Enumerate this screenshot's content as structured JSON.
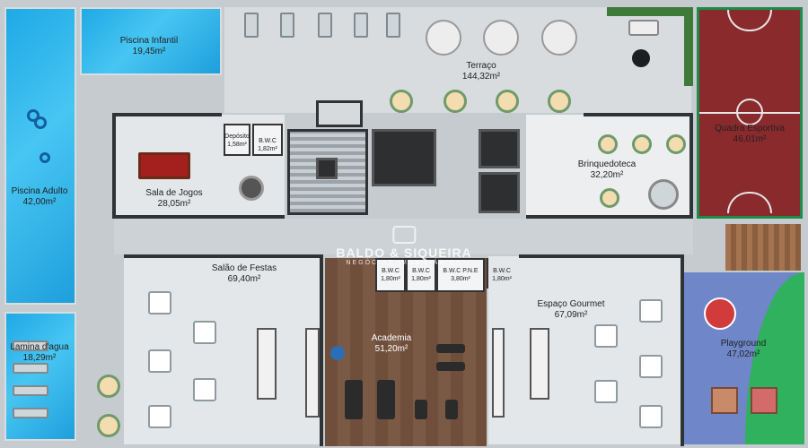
{
  "rooms": {
    "piscina_infantil": {
      "name": "Piscina Infantil",
      "area": "19,45m²"
    },
    "piscina_adulto": {
      "name": "Piscina Adulto",
      "area": "42,00m²"
    },
    "lamina_dagua": {
      "name": "Lamina d'agua",
      "area": "18,29m²"
    },
    "terraco": {
      "name": "Terraço",
      "area": "144,32m²"
    },
    "quadra_esportiva": {
      "name": "Quadra Esportiva",
      "area": "46,01m²"
    },
    "sala_de_jogos": {
      "name": "Sala de Jogos",
      "area": "28,05m²"
    },
    "deposito": {
      "name": "Depósito",
      "area": "1,58m²"
    },
    "bwc_top": {
      "name": "B.W.C",
      "area": "1,82m²"
    },
    "brinquedoteca": {
      "name": "Brinquedoteca",
      "area": "32,20m²"
    },
    "salao_de_festas": {
      "name": "Salão de Festas",
      "area": "69,40m²"
    },
    "academia": {
      "name": "Academia",
      "area": "51,20m²"
    },
    "bwc_1": {
      "name": "B.W.C",
      "area": "1,80m²"
    },
    "bwc_2": {
      "name": "B.W.C",
      "area": "1,80m²"
    },
    "bwc_pne": {
      "name": "B.W.C P.N.E",
      "area": "3,80m²"
    },
    "bwc_3": {
      "name": "B.W.C",
      "area": "1,80m²"
    },
    "espaco_gourmet": {
      "name": "Espaço Gourmet",
      "area": "67,09m²"
    },
    "playground": {
      "name": "Playground",
      "area": "47,02m²"
    }
  },
  "watermark": {
    "brand": "BALDO & SIQUEIRA",
    "tagline": "NEGÓCIOS IMOBILIÁRIOS"
  },
  "colors": {
    "pool": "#1fa9e6",
    "court": "#8a2a2c",
    "court_border": "#1f8a4a",
    "wood_floor": "#6f4f3c",
    "playground": "#6f86c8"
  }
}
